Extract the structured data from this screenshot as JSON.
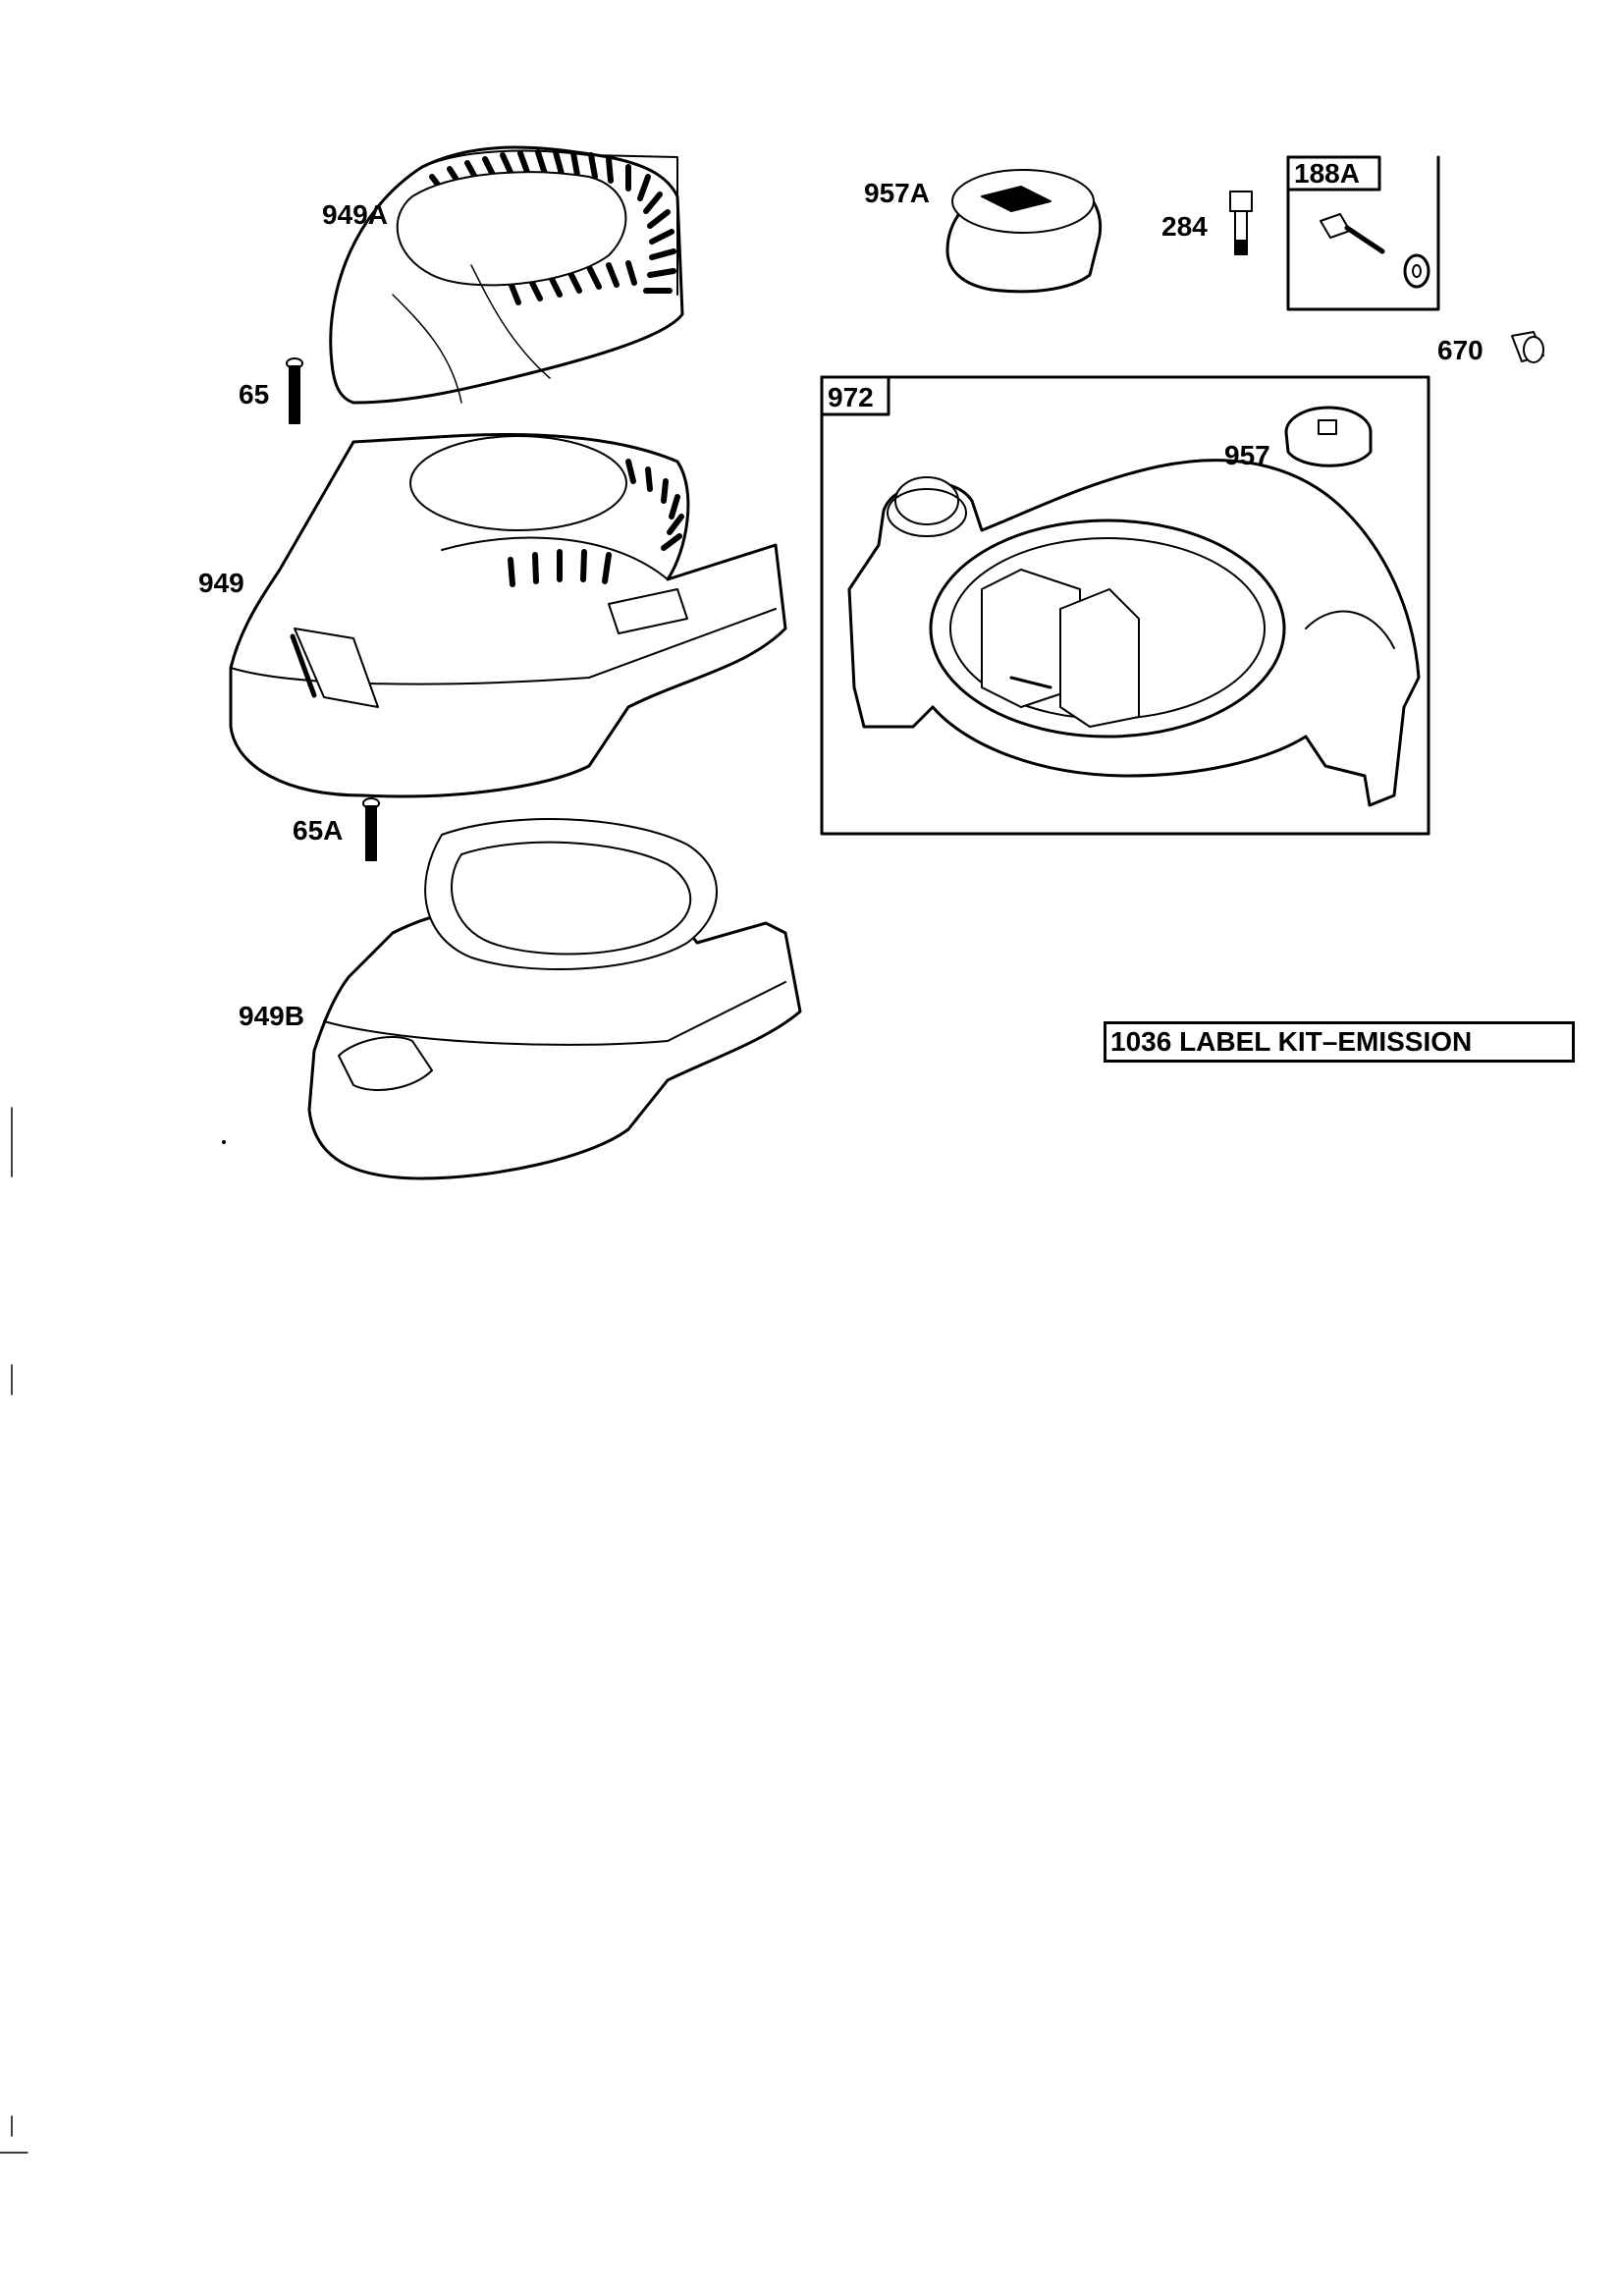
{
  "labels": {
    "p949A": "949A",
    "p957A": "957A",
    "p284": "284",
    "p188A": "188A",
    "p670": "670",
    "p65": "65",
    "p972": "972",
    "p957": "957",
    "p949": "949",
    "p65A": "65A",
    "p949B": "949B",
    "p1036": "1036 LABEL KIT–EMISSION"
  }
}
